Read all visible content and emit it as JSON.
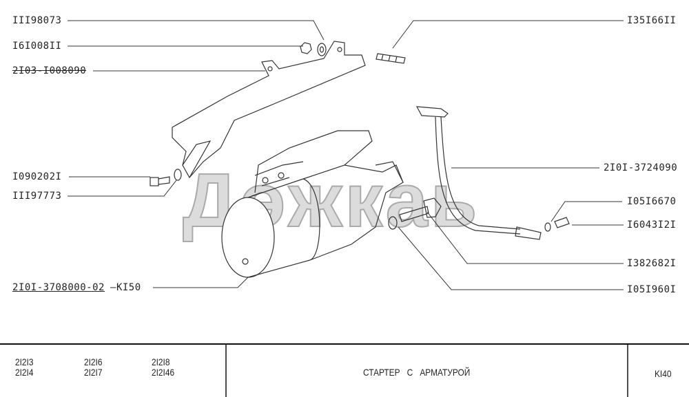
{
  "watermark": "Дөжкаь",
  "callouts_left": [
    {
      "id": "nut-washer",
      "text": "III98073"
    },
    {
      "id": "nut",
      "text": "I6I008II"
    },
    {
      "id": "bracket",
      "text": "2I03-I008090"
    },
    {
      "id": "bolt",
      "text": "I090202I"
    },
    {
      "id": "washer",
      "text": "III97773"
    }
  ],
  "starter_callout": {
    "text": "2I0I-3708000-02",
    "ref": "KI50"
  },
  "callouts_right": [
    {
      "id": "stud",
      "text": "I35I66II"
    },
    {
      "id": "cable",
      "text": "2I0I-3724090"
    },
    {
      "id": "small-washer",
      "text": "I05I6670"
    },
    {
      "id": "small-bolt",
      "text": "I6043I2I"
    },
    {
      "id": "mount-bolt",
      "text": "I382682I"
    },
    {
      "id": "mount-washer",
      "text": "I05I960I"
    }
  ],
  "footer": {
    "models": [
      [
        "2I2I3",
        "2I2I4"
      ],
      [
        "2I2I6",
        "2I2I7"
      ],
      [
        "2I2I8",
        "2I2I46"
      ]
    ],
    "title": "СТАРТЕР С АРМАТУРОЙ",
    "page_code": "KI40"
  }
}
